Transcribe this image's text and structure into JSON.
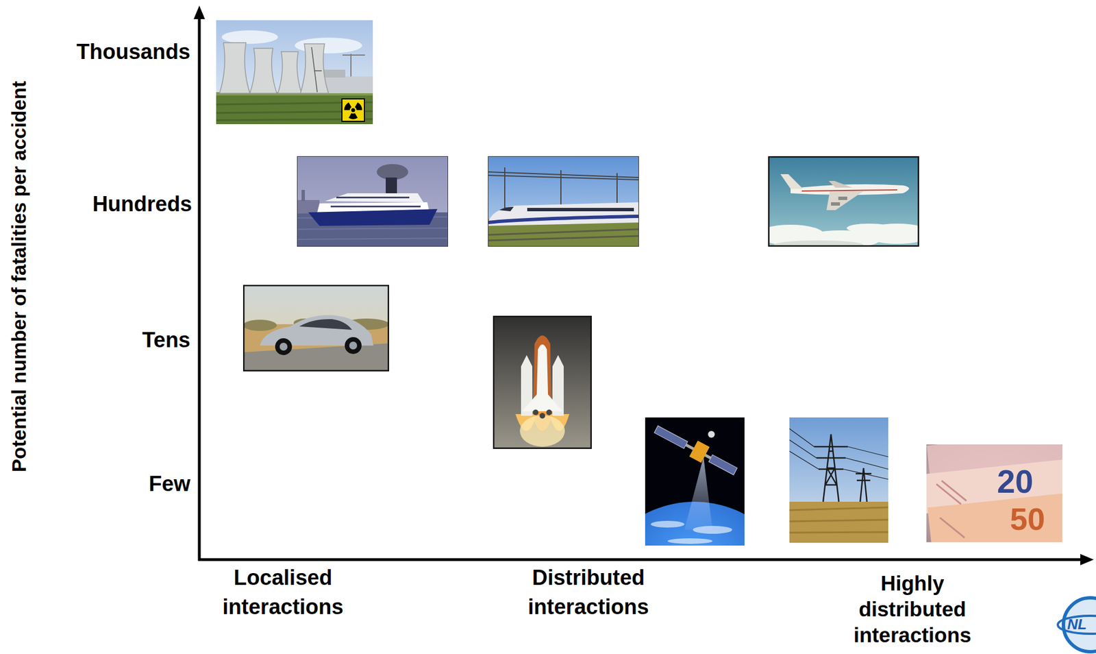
{
  "diagram": {
    "labels": [
      "Thousands",
      "Hundreds",
      "Tens",
      "Few",
      "Localised interactions",
      "Distributed interactions",
      "Highly distributed interactions",
      "Potential number of fatalities per accident",
      "20",
      "50",
      "NL"
    ]
  }
}
